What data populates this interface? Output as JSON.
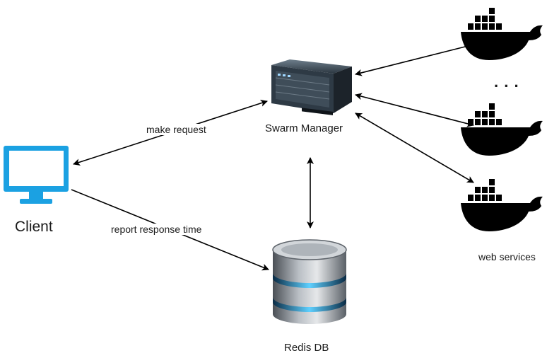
{
  "nodes": {
    "client": {
      "label": "Client",
      "icon": "monitor-icon",
      "color": "#1ba1e2"
    },
    "manager": {
      "label": "Swarm Manager",
      "icon": "server-icon"
    },
    "redis": {
      "label": "Redis DB",
      "icon": "database-icon"
    },
    "services": {
      "label": "web services",
      "icon": "docker-whale-icon",
      "ellipsis": ". . .",
      "color": "#000000"
    }
  },
  "edges": {
    "make_request": "make request",
    "report_response_time": "report response time"
  }
}
